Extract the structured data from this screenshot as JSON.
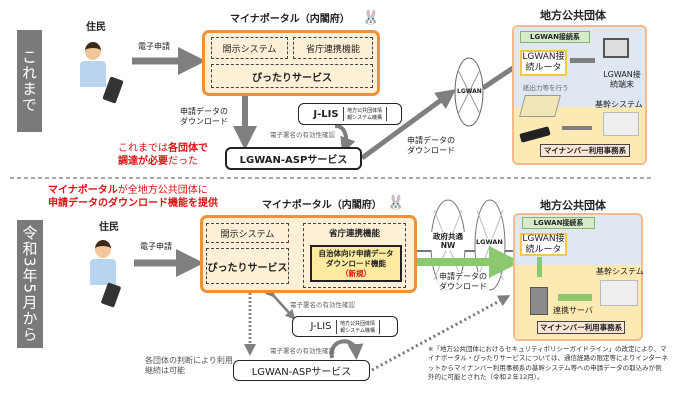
{
  "before": {
    "label": "これまで",
    "resident": "住民",
    "e_application": "電子申請",
    "portal_title": "マイナポータル（内閣府）",
    "disclosure": "開示システム",
    "ministry_link": "省庁連携機能",
    "pittari": "ぴったりサービス",
    "download_label": "申請データのダウンロード",
    "jlis": "J-LIS",
    "jlis_full": "地方公共団体情報システム機構",
    "signature_check": "電子署名の有効性確認",
    "red_note_1": "これまでは",
    "red_note_2": "各団体で",
    "red_note_3": "調達が必要",
    "red_note_4": "だった",
    "asp": "LGWAN-ASPサービス",
    "download_label_2": "申請データのダウンロード",
    "lgwan": "LGWAN",
    "gov_title": "地方公共団体",
    "lgwan_system": "LGWAN接続系",
    "router": "LGWAN接続ルータ",
    "terminal": "LGWAN接続端末",
    "paper": "紙出力等を行う",
    "core": "基幹システム",
    "mynumber": "マイナンバー利用事務系"
  },
  "after": {
    "label": "令和3年5月から",
    "caption_1a": "マイナポータル",
    "caption_1b": "が全地方公共団体に",
    "caption_2": "申請データのダウンロード機能を提供",
    "resident": "住民",
    "e_application": "電子申請",
    "portal_title": "マイナポータル（内閣府）",
    "disclosure": "開示システム",
    "pittari": "ぴったりサービス",
    "ministry_link": "省庁連携機能",
    "new_func_1": "自治体向け申請データ",
    "new_func_2": "ダウンロード機能",
    "new_func_3": "（新規）",
    "gov_nw": "政府共通NW",
    "lgwan": "LGWAN",
    "download_label": "申請データのダウンロード",
    "signature_check": "電子署名の有効性確認",
    "jlis": "J-LIS",
    "jlis_full": "地方公共団体情報システム機構",
    "signature_check_2": "電子署名の有効性確認",
    "asp": "LGWAN-ASPサービス",
    "continue_note": "各団体の判断により利用継続は可能",
    "gov_title": "地方公共団体",
    "lgwan_system": "LGWAN接続系",
    "router": "LGWAN接続ルータ",
    "core": "基幹システム",
    "link_server": "連携サーバ",
    "mynumber": "マイナンバー利用事務系",
    "footnote": "※「地方公共団体におけるセキュリティポリシーガイドライン」の改定により、マイナポータル・ぴったりサービスについては、通信経路の限定等によりインターネットからマイナンバー利用事務系の基幹システム等への申請データの取込みが例外的に可能とされた（令和２年12月）。"
  }
}
